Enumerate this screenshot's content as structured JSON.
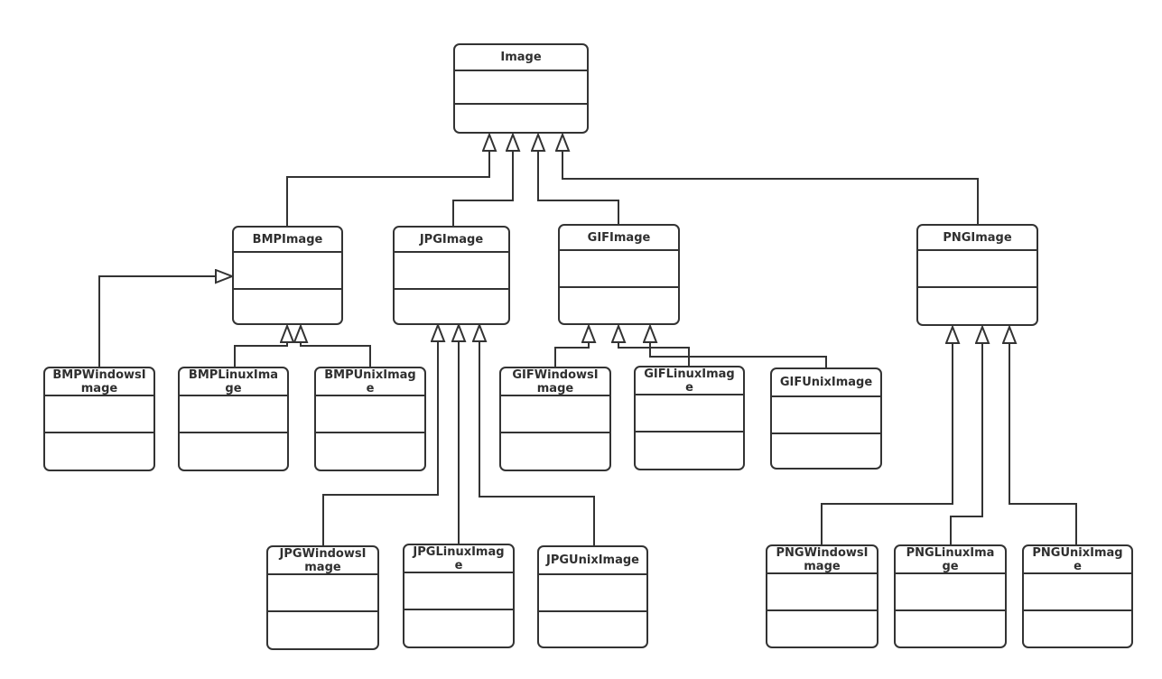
{
  "diagram": {
    "type": "uml-class-diagram",
    "colors": {
      "stroke": "#333333",
      "text": "#2f2f2f",
      "node_fill": "#ffffff",
      "background": "#ffffff"
    },
    "classes": [
      {
        "id": "Image",
        "title": "Image"
      },
      {
        "id": "BMPImage",
        "title": "BMPImage"
      },
      {
        "id": "JPGImage",
        "title": "JPGImage"
      },
      {
        "id": "GIFImage",
        "title": "GIFImage"
      },
      {
        "id": "PNGImage",
        "title": "PNGImage"
      },
      {
        "id": "BMPWindowsImage",
        "title": "BMPWindowsI\nmage"
      },
      {
        "id": "BMPLinuxImage",
        "title": "BMPLinuxIma\nge"
      },
      {
        "id": "BMPUnixImage",
        "title": "BMPUnixImag\ne"
      },
      {
        "id": "GIFWindowsImage",
        "title": "GIFWindowsI\nmage"
      },
      {
        "id": "GIFLinuxImage",
        "title": "GIFLinuxImag\ne"
      },
      {
        "id": "GIFUnixImage",
        "title": "GIFUnixImage"
      },
      {
        "id": "JPGWindowsImage",
        "title": "JPGWindowsI\nmage"
      },
      {
        "id": "JPGLinuxImage",
        "title": "JPGLinuxImag\ne"
      },
      {
        "id": "JPGUnixImage",
        "title": "JPGUnixImage"
      },
      {
        "id": "PNGWindowsImage",
        "title": "PNGWindowsI\nmage"
      },
      {
        "id": "PNGLinuxImage",
        "title": "PNGLinuxIma\nge"
      },
      {
        "id": "PNGUnixImage",
        "title": "PNGUnixImag\ne"
      }
    ],
    "relationships": [
      {
        "child": "BMPImage",
        "parent": "Image",
        "type": "generalization"
      },
      {
        "child": "JPGImage",
        "parent": "Image",
        "type": "generalization"
      },
      {
        "child": "GIFImage",
        "parent": "Image",
        "type": "generalization"
      },
      {
        "child": "PNGImage",
        "parent": "Image",
        "type": "generalization"
      },
      {
        "child": "BMPWindowsImage",
        "parent": "BMPImage",
        "type": "generalization"
      },
      {
        "child": "BMPLinuxImage",
        "parent": "BMPImage",
        "type": "generalization"
      },
      {
        "child": "BMPUnixImage",
        "parent": "BMPImage",
        "type": "generalization"
      },
      {
        "child": "JPGWindowsImage",
        "parent": "JPGImage",
        "type": "generalization"
      },
      {
        "child": "JPGLinuxImage",
        "parent": "JPGImage",
        "type": "generalization"
      },
      {
        "child": "JPGUnixImage",
        "parent": "JPGImage",
        "type": "generalization"
      },
      {
        "child": "GIFWindowsImage",
        "parent": "GIFImage",
        "type": "generalization"
      },
      {
        "child": "GIFLinuxImage",
        "parent": "GIFImage",
        "type": "generalization"
      },
      {
        "child": "GIFUnixImage",
        "parent": "GIFImage",
        "type": "generalization"
      },
      {
        "child": "PNGWindowsImage",
        "parent": "PNGImage",
        "type": "generalization"
      },
      {
        "child": "PNGLinuxImage",
        "parent": "PNGImage",
        "type": "generalization"
      },
      {
        "child": "PNGUnixImage",
        "parent": "PNGImage",
        "type": "generalization"
      }
    ]
  }
}
